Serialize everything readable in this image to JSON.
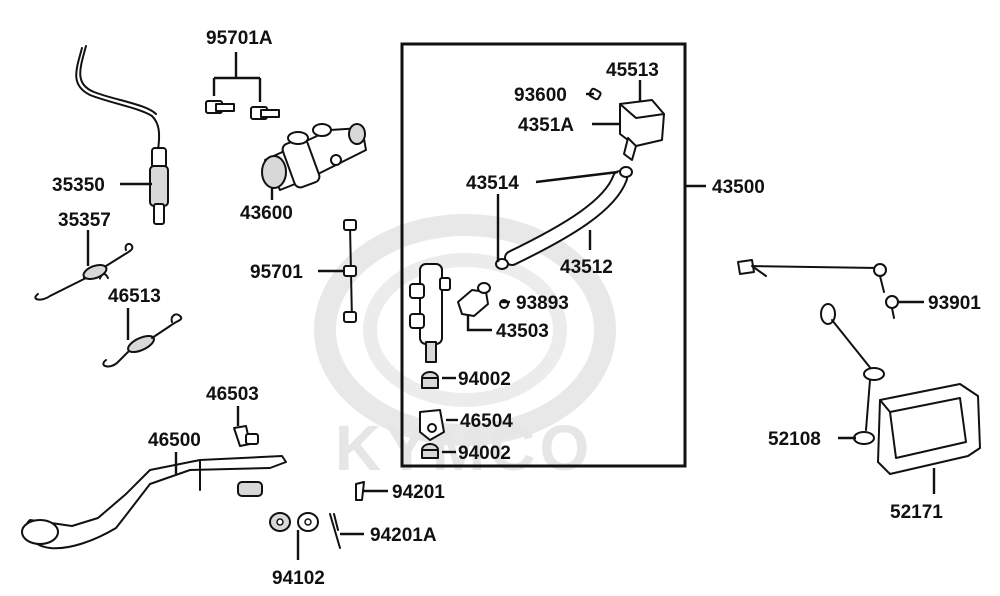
{
  "diagram": {
    "watermark_text": "KYMCO",
    "colors": {
      "ink": "#111111",
      "watermark": "#e6e6e6",
      "background": "#ffffff"
    },
    "labels": {
      "p95701A": "95701A",
      "p35350": "35350",
      "p43600": "43600",
      "p35357": "35357",
      "p95701": "95701",
      "p46513": "46513",
      "p46503": "46503",
      "p46500": "46500",
      "p94201": "94201",
      "p94201A": "94201A",
      "p94102": "94102",
      "p45513": "45513",
      "p93600": "93600",
      "p4351A": "4351A",
      "p43514": "43514",
      "p43500": "43500",
      "p43512": "43512",
      "p93893": "93893",
      "p43503": "43503",
      "p94002a": "94002",
      "p46504": "46504",
      "p94002b": "94002",
      "p93901": "93901",
      "p52108": "52108",
      "p52171": "52171"
    }
  }
}
